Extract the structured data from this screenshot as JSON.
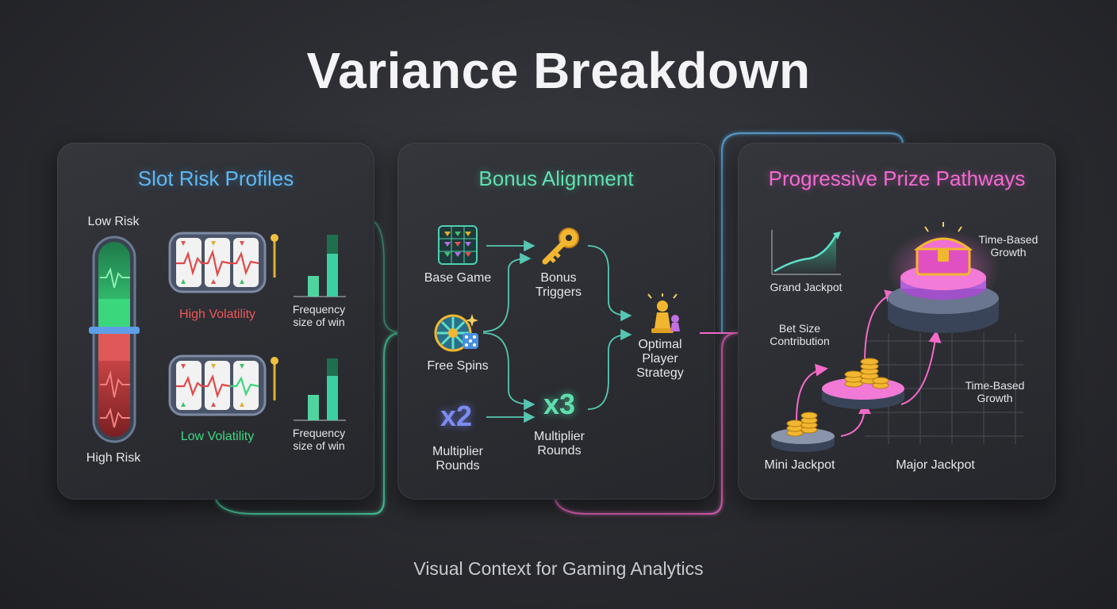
{
  "title": "Variance Breakdown",
  "footer": "Visual Context for Gaming Analytics",
  "panels": {
    "slot_risk": {
      "title": "Slot Risk Profiles",
      "low_risk": "Low Risk",
      "high_risk": "High Risk",
      "high_volatility": "High Volatility",
      "low_volatility": "Low Volatility",
      "freq_label_top": "Frequency",
      "size_label_top": "size of win",
      "freq_label_bottom": "Frequency",
      "size_label_bottom": "size of win"
    },
    "bonus": {
      "title": "Bonus Alignment",
      "base_game": "Base Game",
      "free_spins": "Free Spins",
      "multiplier_left_1": "Multiplier",
      "multiplier_left_2": "Rounds",
      "bonus_triggers_1": "Bonus",
      "bonus_triggers_2": "Triggers",
      "multiplier_right_1": "Multiplier",
      "multiplier_right_2": "Rounds",
      "optimal_1": "Optimal",
      "optimal_2": "Player",
      "optimal_3": "Strategy",
      "x2": "x2",
      "x3": "x3"
    },
    "progressive": {
      "title": "Progressive Prize Pathways",
      "grand_jackpot": "Grand Jackpot",
      "time_growth_top_1": "Time-Based",
      "time_growth_top_2": "Growth",
      "bet_size_1": "Bet Size",
      "bet_size_2": "Contribution",
      "time_growth_mid_1": "Time-Based",
      "time_growth_mid_2": "Growth",
      "mini_jackpot": "Mini Jackpot",
      "major_jackpot": "Major Jackpot"
    }
  },
  "colors": {
    "blue": "#5fb8f2",
    "teal": "#5fe0b0",
    "pink": "#f36ad0",
    "red": "#f05555",
    "green": "#40d880"
  }
}
